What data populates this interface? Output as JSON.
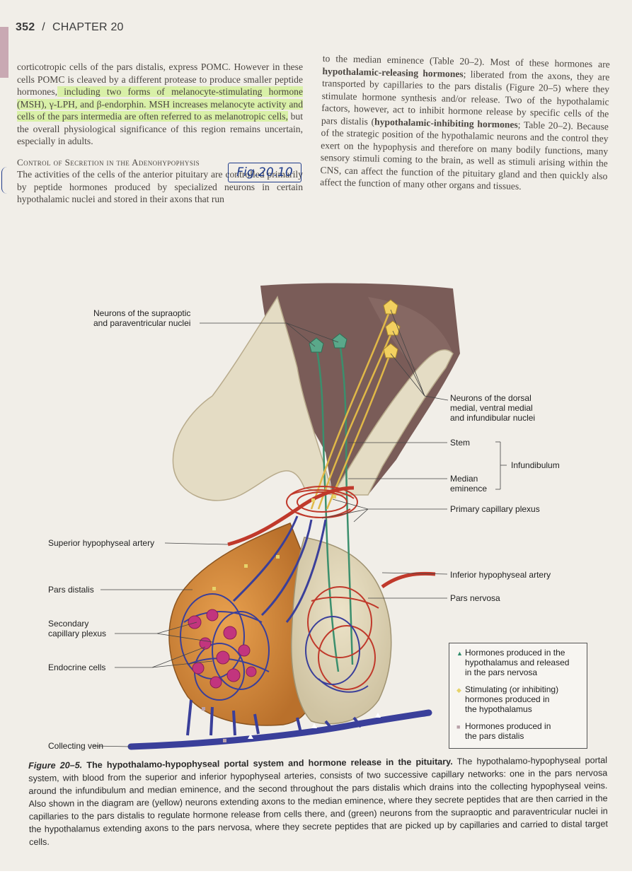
{
  "header": {
    "page_number": "352",
    "separator": "/",
    "chapter": "CHAPTER 20"
  },
  "left_column": {
    "p1_a": "corticotropic cells of the pars distalis, express POMC. However in these cells POMC is cleaved by a different protease to produce smaller peptide hormones,",
    "p1_hl1": " including two forms of melanocyte-stimulating hormone (MSH), γ-LPH, and β-endorphin. MSH increases melanocyte activity and cells of the pars intermedia are often referred to as melanotropic cells,",
    "p1_b": " but the overall physiological significance of this region remains uncertain, especially in adults.",
    "section_heading": "Control of Secretion in the Adenohypophysis",
    "p2": "The activities of the cells of the anterior pituitary are controlled primarily by peptide hormones produced by specialized neurons in certain hypothalamic nuclei and stored in their axons that run"
  },
  "handwritten_note": "Fig.20.10",
  "right_column": {
    "p1_a": "to the median eminence (Table 20–2). Most of these hormones are ",
    "b1": "hypothalamic-releasing hormones",
    "p1_b": "; liberated from the axons, they are transported by capillaries to the pars distalis (Figure 20–5) where they stimulate hormone synthesis and/or release. Two of the hypothalamic factors, however, act to inhibit hormone release by specific cells of the pars distalis (",
    "b2": "hypothalamic-inhibiting hormones",
    "p1_c": "; Table 20–2). Because of the strategic position of the hypothalamic neurons and the control they exert on the hypophysis and therefore on many bodily functions, many sensory stimuli coming to the brain, as well as stimuli arising within the CNS, can affect the function of the pituitary gland and then quickly also affect the function of many other organs and tissues."
  },
  "figure_labels": {
    "neurons_supraoptic_1": "Neurons of the supraoptic",
    "neurons_supraoptic_2": "and paraventricular nuclei",
    "neurons_dorsal_1": "Neurons of the dorsal",
    "neurons_dorsal_2": "medial, ventral medial",
    "neurons_dorsal_3": "and infundibular nuclei",
    "stem": "Stem",
    "infundibulum": "Infundibulum",
    "median_eminence_1": "Median",
    "median_eminence_2": "eminence",
    "primary_plexus": "Primary capillary plexus",
    "superior_artery": "Superior hypophyseal artery",
    "inferior_artery": "Inferior hypophyseal artery",
    "pars_distalis": "Pars distalis",
    "pars_nervosa": "Pars nervosa",
    "secondary_plexus_1": "Secondary",
    "secondary_plexus_2": "capillary plexus",
    "endocrine_cells": "Endocrine cells",
    "collecting_vein": "Collecting vein"
  },
  "legend": {
    "items": [
      {
        "symbol": "▲",
        "color": "#2e8b6a",
        "line1": "Hormones produced in the",
        "line2": "hypothalamus and released",
        "line3": "in the pars nervosa"
      },
      {
        "symbol": "◆",
        "color": "#e6d36a",
        "line1": "Stimulating (or inhibiting)",
        "line2": "hormones produced in",
        "line3": "the hypothalamus"
      },
      {
        "symbol": "■",
        "color": "#b8a0a8",
        "line1": "Hormones produced in",
        "line2": "the pars distalis",
        "line3": ""
      }
    ]
  },
  "caption": {
    "label": "Figure 20–5.",
    "title": "The hypothalamo-hypophyseal portal system and hormone release in the pituitary.",
    "text": "The hypothalamo-hypophyseal portal system, with blood from the superior and inferior hypophyseal arteries, consists of two successive capillary networks: one in the pars nervosa around the infundibulum and median eminence, and the second throughout the pars distalis which drains into the collecting hypophyseal veins. Also shown in the diagram are (yellow) neurons extending axons to the median eminence, where they secrete peptides that are then carried in the capillaries to the pars distalis to regulate hormone release from cells there, and (green) neurons from the supraoptic and paraventricular nuclei in the hypothalamus extending axons to the pars nervosa, where they secrete peptides that are picked up by capillaries and carried to distal target cells."
  },
  "colors": {
    "brain_tissue": "#7a5c58",
    "stalk": "#e4dcc4",
    "pars_distalis": "#d9903d",
    "artery": "#c0392b",
    "vein": "#3a3f9a",
    "endocrine_cell": "#c2357e",
    "yellow_neuron": "#e0b848",
    "green_neuron": "#3b8f6d"
  }
}
